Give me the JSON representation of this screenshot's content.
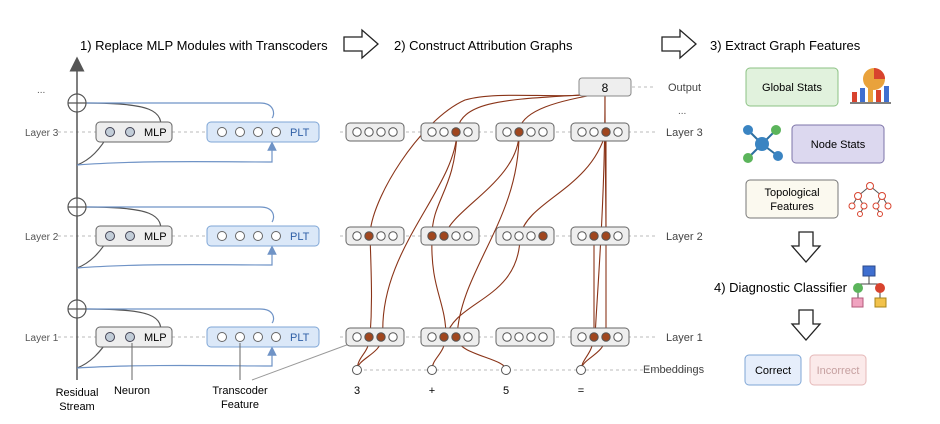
{
  "steps": {
    "step1": "1) Replace MLP Modules with Transcoders",
    "step2": "2) Construct Attribution Graphs",
    "step3": "3) Extract Graph Features",
    "step4": "4) Diagnostic Classifier"
  },
  "panel1": {
    "ellipsis": "...",
    "layers": [
      "Layer 3",
      "Layer 2",
      "Layer 1"
    ],
    "mlp_label": "MLP",
    "plt_label": "PLT",
    "residual_stream": [
      "Residual",
      "Stream"
    ],
    "neuron": "Neuron",
    "transcoder_feature": [
      "Transcoder",
      "Feature"
    ]
  },
  "panel2": {
    "output_value": "8",
    "output_label": "Output",
    "ellipsis": "...",
    "layer_labels": [
      "Layer 3",
      "Layer 2",
      "Layer 1"
    ],
    "embeddings_label": "Embeddings",
    "tokens": [
      "3",
      "+",
      "5",
      "="
    ]
  },
  "panel3": {
    "global_stats": "Global Stats",
    "node_stats": "Node Stats",
    "topological": [
      "Topological",
      "Features"
    ]
  },
  "panel4": {
    "correct": "Correct",
    "incorrect": "Incorrect"
  },
  "colors": {
    "active_node": "#a0461e",
    "edge": "#8a3418",
    "plt_fill": "#dbe8f8",
    "plt_stroke": "#7fa6d6",
    "module_fill": "#eeeeee",
    "global_fill": "#e1f2dd",
    "node_fill": "#dcd8ef",
    "topo_fill": "#fbf9ef",
    "correct_fill": "#e6eefb",
    "incorrect_fill": "#fbeaea"
  },
  "icons": [
    "arrow-right-icon",
    "arrow-down-icon",
    "chart-icon",
    "network-icon",
    "tree-icon",
    "flowchart-icon"
  ]
}
